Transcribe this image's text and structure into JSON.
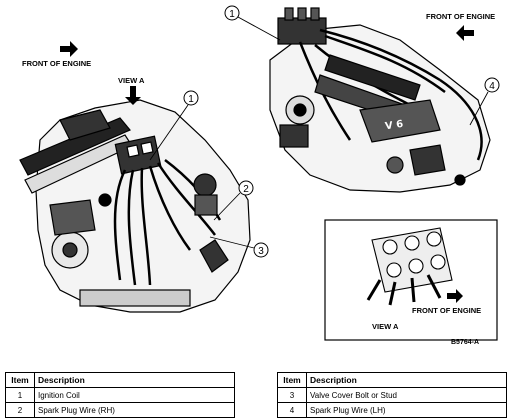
{
  "labels": {
    "front_left": "FRONT OF ENGINE",
    "front_right": "FRONT OF ENGINE",
    "front_inset": "FRONT OF ENGINE",
    "view_a_top": "VIEW A",
    "view_a_inset": "VIEW A",
    "figure_code": "B5764-A"
  },
  "callouts": [
    "1",
    "1",
    "2",
    "3",
    "4"
  ],
  "legend_left": {
    "headers": [
      "Item",
      "Description"
    ],
    "rows": [
      {
        "num": "1",
        "desc": "Ignition Coil"
      },
      {
        "num": "2",
        "desc": "Spark Plug Wire (RH)"
      }
    ]
  },
  "legend_right": {
    "headers": [
      "Item",
      "Description"
    ],
    "rows": [
      {
        "num": "3",
        "desc": "Valve Cover Bolt or Stud"
      },
      {
        "num": "4",
        "desc": "Spark Plug Wire (LH)"
      }
    ]
  }
}
